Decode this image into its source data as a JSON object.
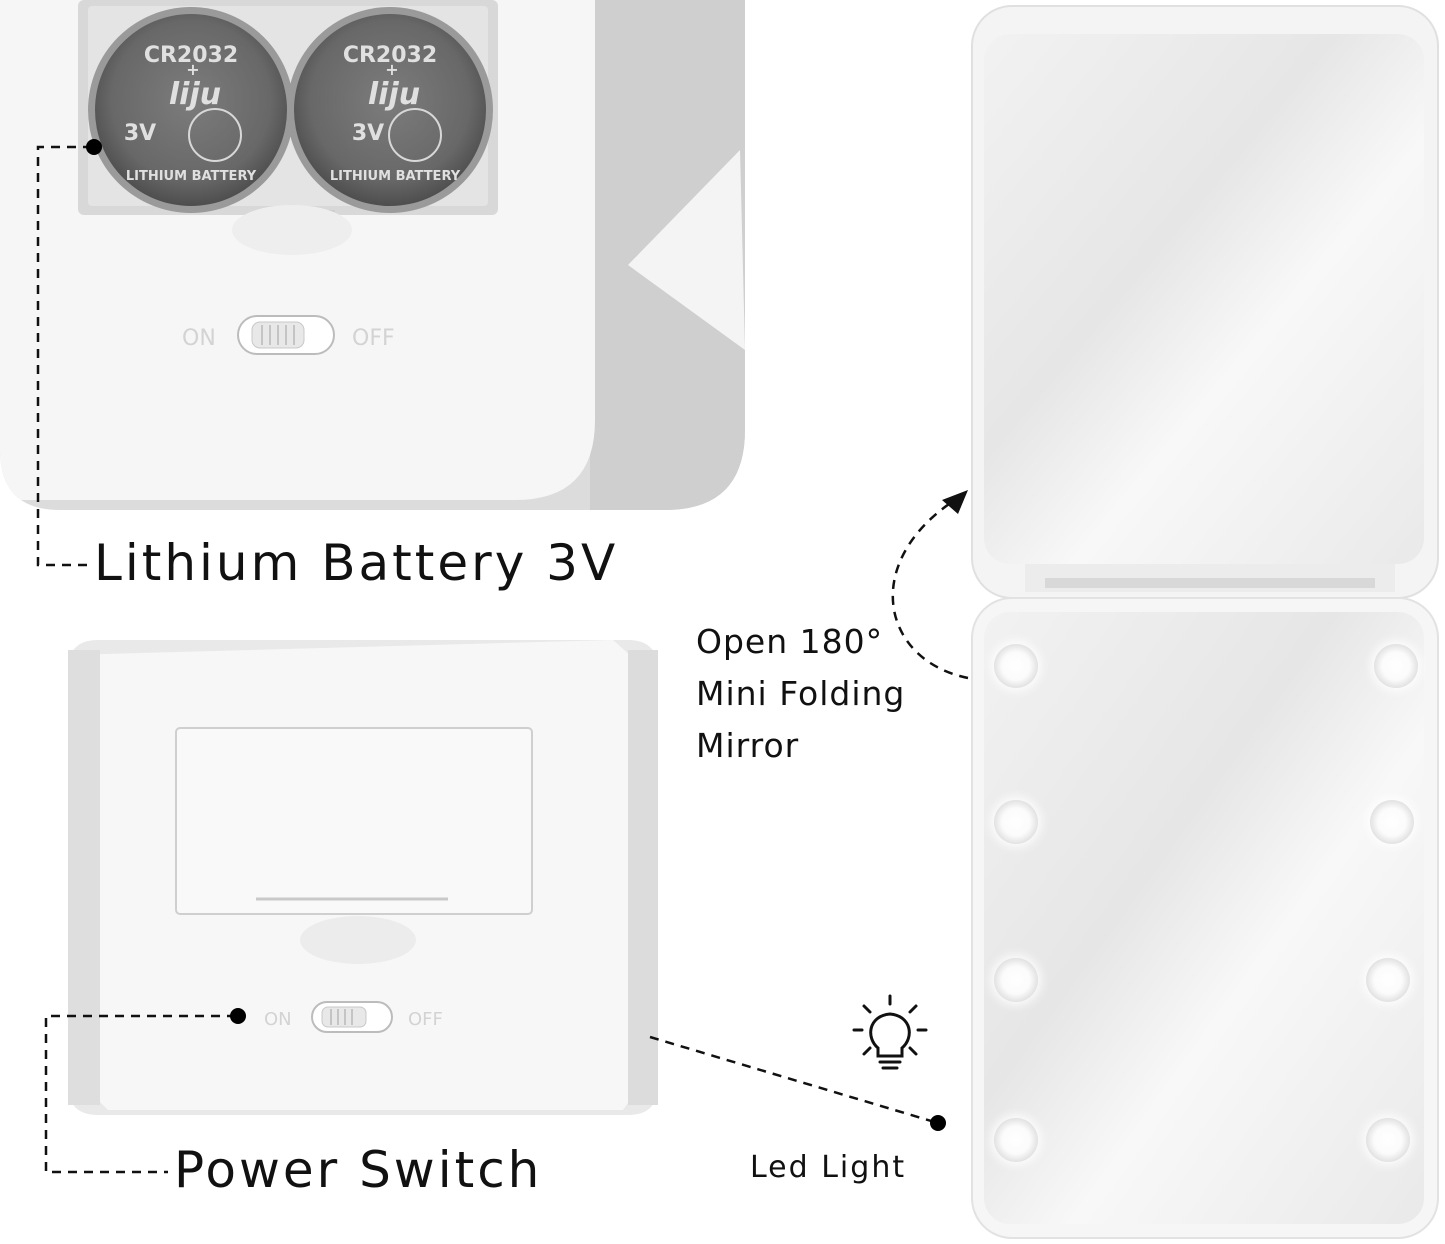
{
  "labels": {
    "battery": "Lithium Battery 3V",
    "open_line1": "Open 180°",
    "open_line2": "Mini Folding",
    "open_line3": "Mirror",
    "power_switch": "Power Switch",
    "led_light": "Led Light"
  },
  "battery_markings": {
    "model": "CR2032",
    "plus": "+",
    "brand": "liju",
    "voltage": "3V",
    "type": "LITHIUM BATTERY"
  },
  "switch_labels": {
    "on": "ON",
    "off": "OFF"
  },
  "colors": {
    "mirror_white": "#f7f7f7",
    "battery_gray": "#6d6d6d",
    "text": "#111111"
  },
  "icons": [
    "light-bulb-icon",
    "curved-arrow-icon"
  ]
}
